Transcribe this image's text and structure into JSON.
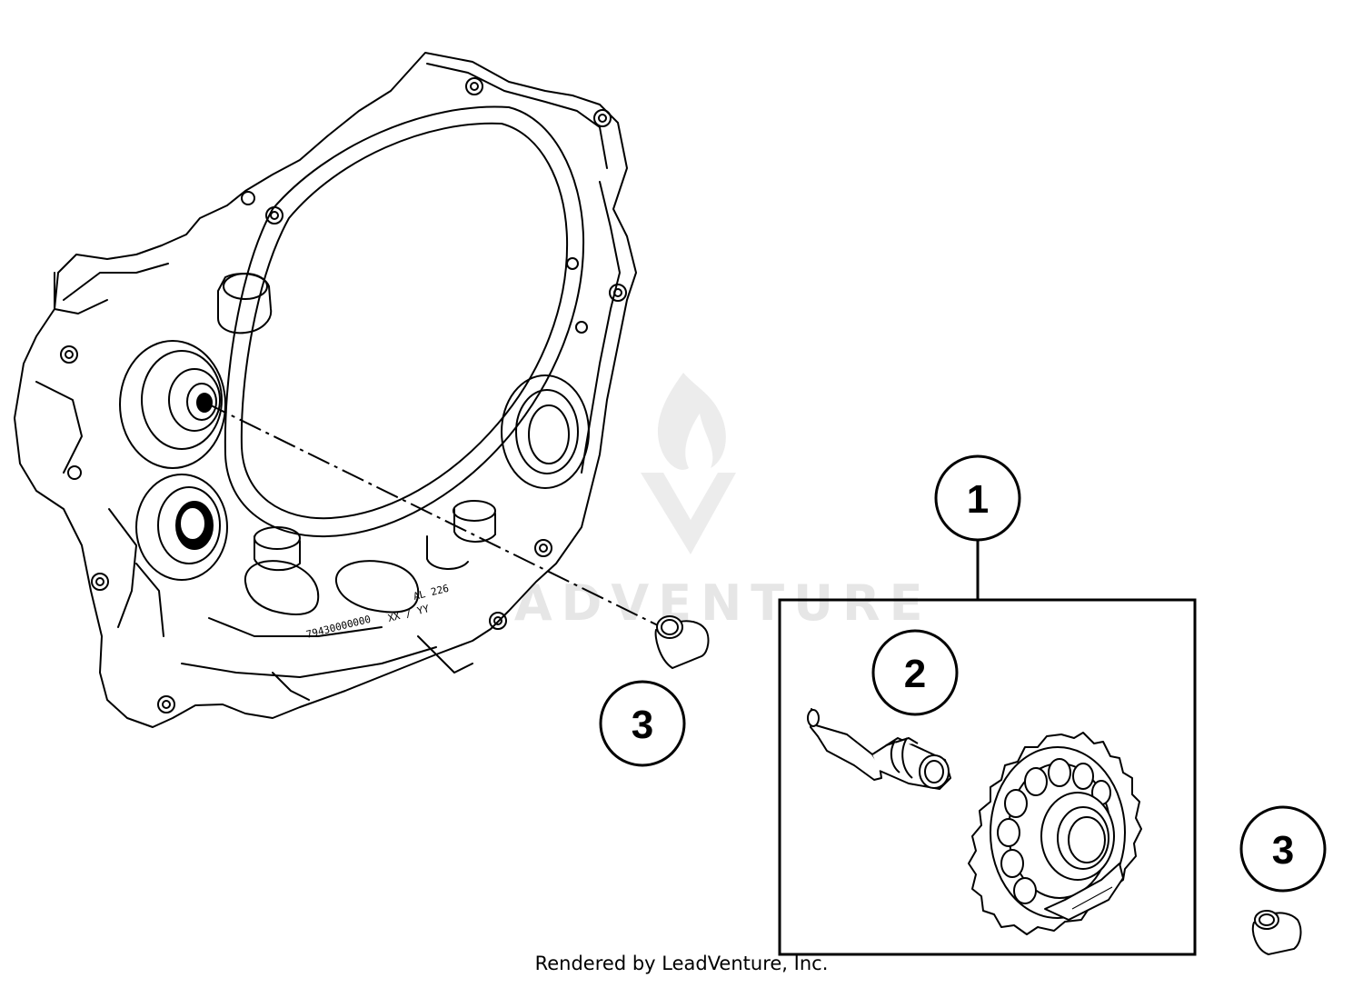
{
  "callouts": [
    {
      "id": "1",
      "label": "1"
    },
    {
      "id": "2",
      "label": "2"
    },
    {
      "id": "3a",
      "label": "3"
    },
    {
      "id": "3b",
      "label": "3"
    }
  ],
  "cover_markings": {
    "part_code": "79430000000",
    "batch": "XX / YY",
    "alloy": "AL 226"
  },
  "watermark": {
    "text": "LEADVENTURE"
  },
  "footer": {
    "credit": "Rendered by LeadVenture, Inc."
  },
  "colors": {
    "line": "#000000",
    "background": "#ffffff",
    "watermark": "#e6e6e6"
  }
}
